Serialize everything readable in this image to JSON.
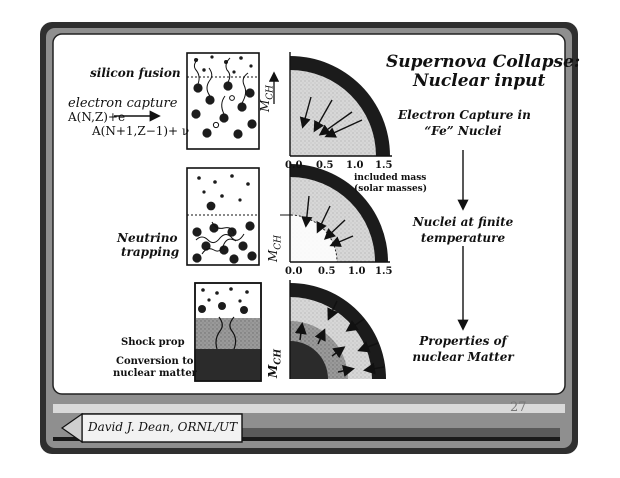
{
  "slide": {
    "title_line1": "Supernova Collapse:",
    "title_line2": "Nuclear input",
    "page_number": "27",
    "footer": "David J. Dean, ORNL/UT"
  },
  "left_labels": {
    "silicon_fusion": "silicon fusion",
    "electron_capture": "electron  capture",
    "reaction_line1": "A(N,Z)+e",
    "reaction_line2": "A(N+1,Z−1)+ ν",
    "neutrino_line1": "Neutrino",
    "neutrino_line2": "trapping",
    "shock_prop": "Shock prop",
    "conversion_line1": "Conversion to",
    "conversion_line2": "nuclear matter"
  },
  "axis": {
    "mch_main": "M",
    "mch_sub": "CH",
    "ticks": [
      "0.0",
      "0.5",
      "1.0",
      "1.5"
    ],
    "included_mass_line1": "included mass",
    "included_mass_line2": "(solar masses)"
  },
  "flow": {
    "step1_line1": "Electron Capture in",
    "step1_line2": "“Fe” Nuclei",
    "step2_line1": "Nuclei at finite",
    "step2_line2": "temperature",
    "step3_line1": "Properties of",
    "step3_line2": "nuclear Matter"
  }
}
